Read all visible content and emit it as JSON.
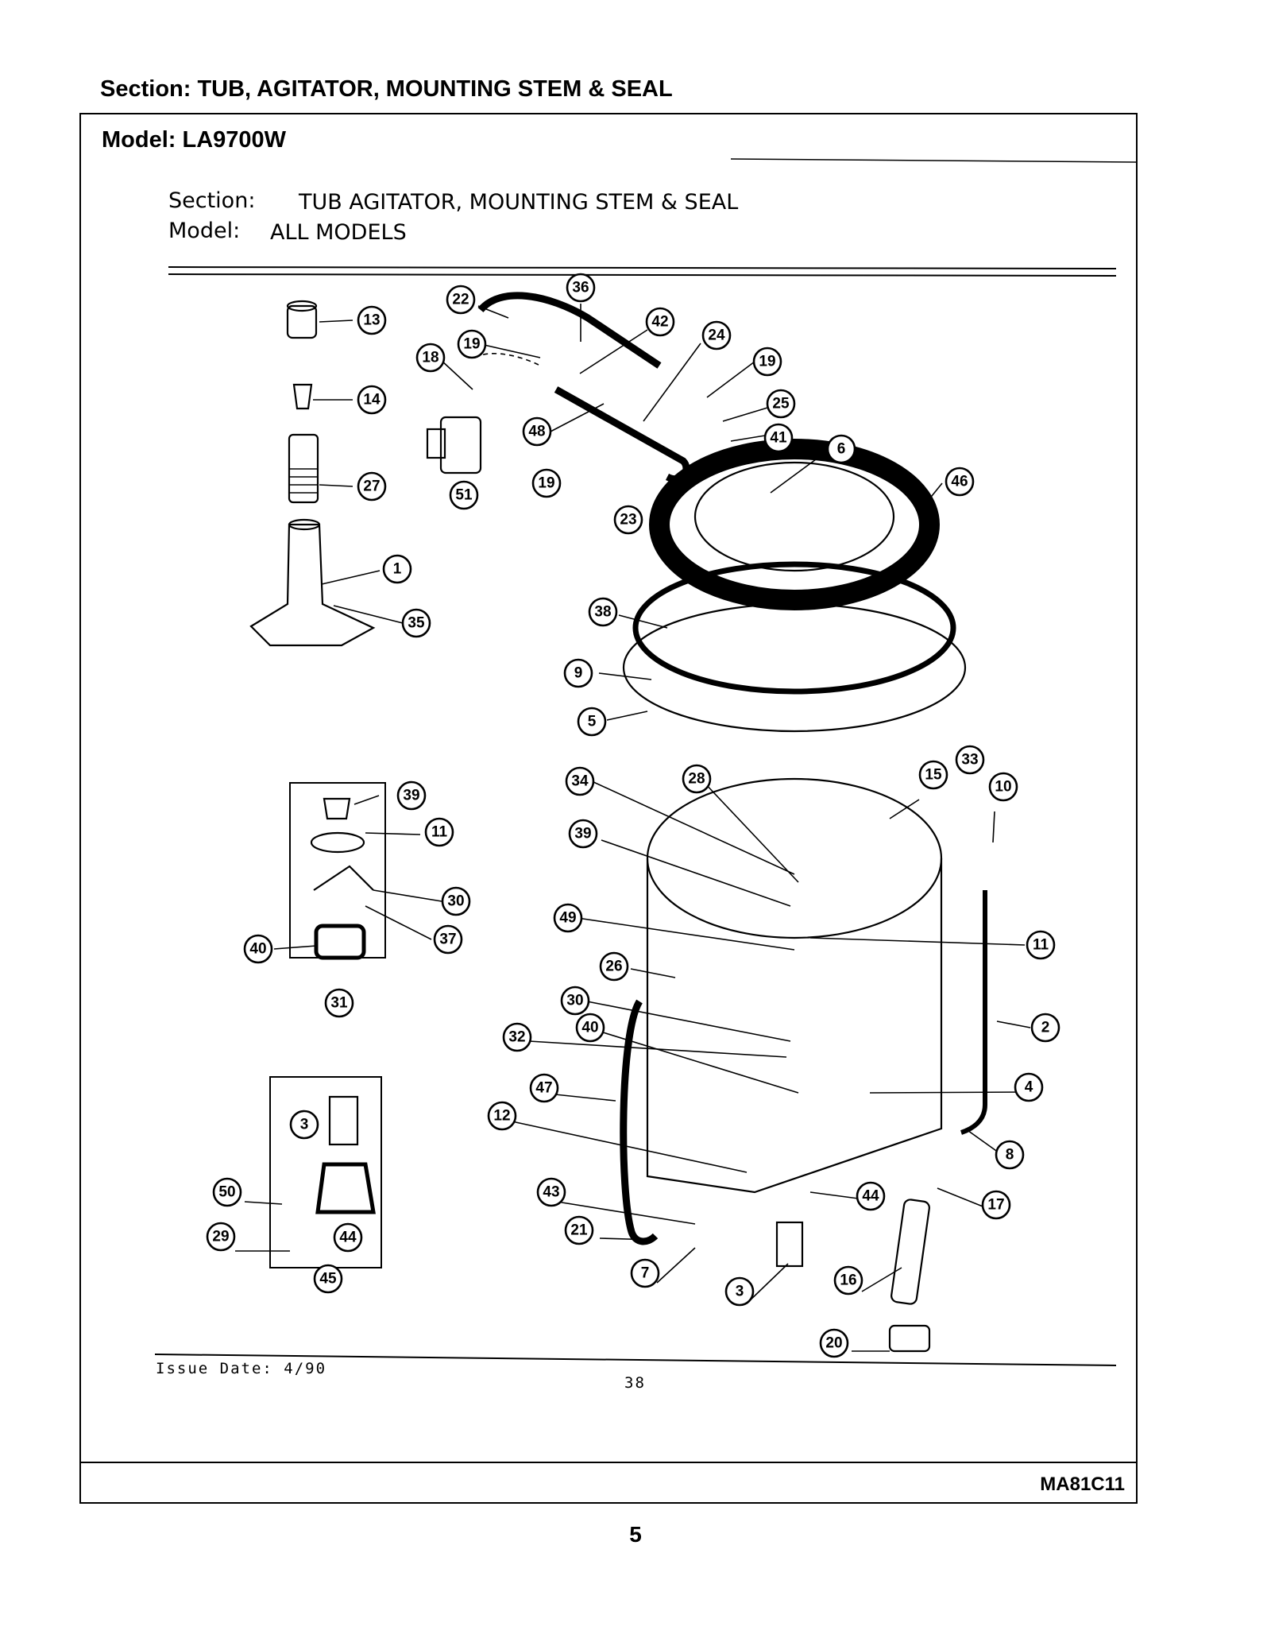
{
  "header": {
    "section": "Section:  TUB, AGITATOR, MOUNTING STEM & SEAL"
  },
  "frame": {
    "model": "Model:  LA9700W",
    "footer_code": "MA81C11"
  },
  "inner": {
    "section_label": "Section:",
    "section_value": "TUB AGITATOR, MOUNTING STEM & SEAL",
    "model_label": "Model:",
    "model_value": "ALL MODELS",
    "issue_date": "Issue Date: 4/90",
    "page": "38"
  },
  "page_number": "5",
  "callouts": [
    "13",
    "14",
    "27",
    "1",
    "35",
    "22",
    "36",
    "42",
    "19",
    "18",
    "48",
    "24",
    "19",
    "25",
    "41",
    "51",
    "19",
    "23",
    "6",
    "46",
    "38",
    "9",
    "5",
    "39",
    "11",
    "30",
    "37",
    "40",
    "31",
    "34",
    "28",
    "15",
    "33",
    "10",
    "39",
    "11",
    "49",
    "26",
    "30",
    "40",
    "2",
    "32",
    "47",
    "4",
    "12",
    "8",
    "44",
    "43",
    "17",
    "21",
    "7",
    "16",
    "3",
    "20",
    "3",
    "50",
    "44",
    "29",
    "45"
  ]
}
